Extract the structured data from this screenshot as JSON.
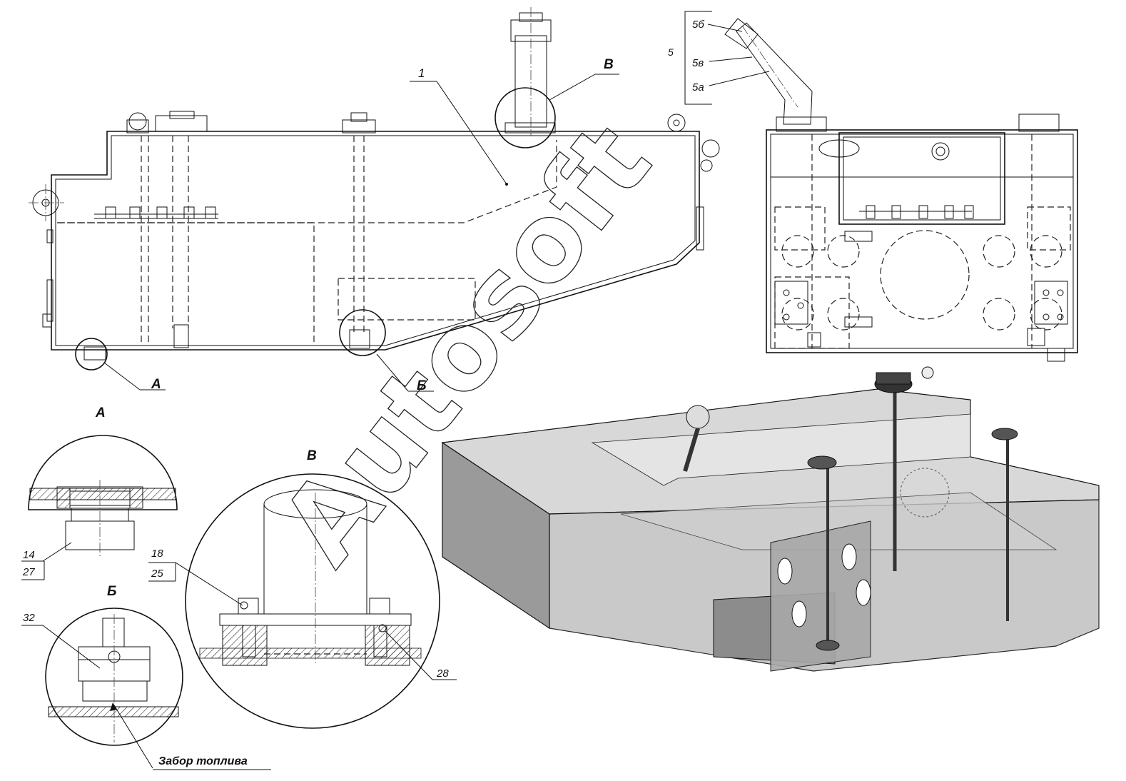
{
  "labels": {
    "part_1": "1",
    "part_5": "5",
    "part_5a": "5а",
    "part_5b": "5б",
    "part_5v": "5в",
    "part_14": "14",
    "part_27": "27",
    "part_18": "18",
    "part_25": "25",
    "part_28": "28",
    "part_32": "32"
  },
  "callouts": {
    "A": "А",
    "B": "Б",
    "V": "В"
  },
  "detail_titles": {
    "A": "А",
    "B": "Б",
    "V": "В"
  },
  "annotations": {
    "fuel_intake": "Забор топлива"
  },
  "watermark": "Autosoft",
  "colors": {
    "line": "#111111",
    "iso_face_light": "#d9d9d9",
    "iso_face_mid": "#bdbdbd",
    "iso_face_dark": "#8c8c8c"
  }
}
